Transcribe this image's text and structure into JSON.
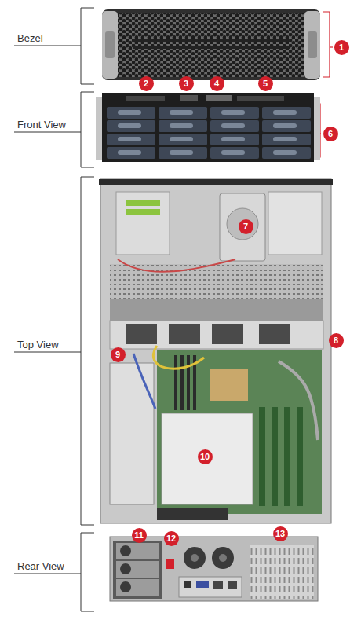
{
  "diagram": {
    "labels": [
      "Bezel",
      "1",
      "Front View",
      "2",
      "3",
      "4",
      "5",
      "6",
      "Top View",
      "7",
      "8",
      "9",
      "10",
      "Rear View",
      "11",
      "12",
      "13"
    ]
  }
}
